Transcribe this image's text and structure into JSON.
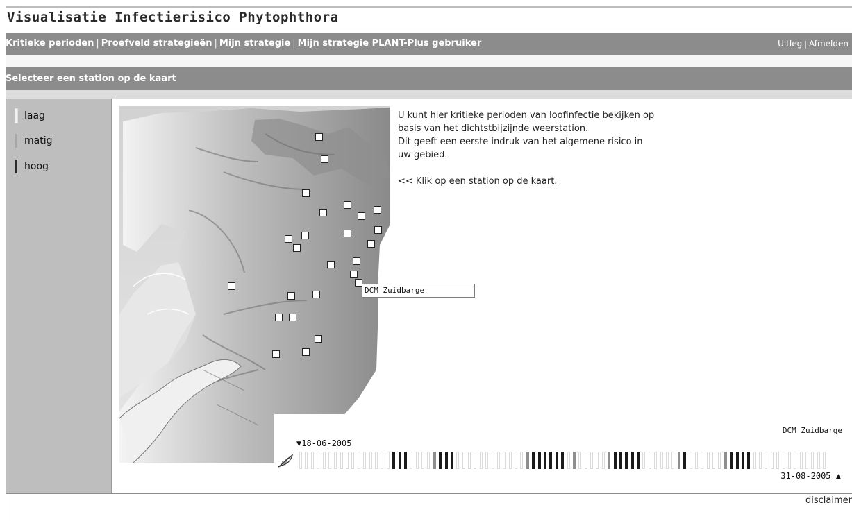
{
  "app": {
    "title": "Visualisatie Infectierisico Phytophthora"
  },
  "nav": {
    "items": [
      {
        "label": "Kritieke perioden"
      },
      {
        "label": "Proefveld strategieën"
      },
      {
        "label": "Mijn strategie"
      },
      {
        "label": "Mijn strategie PLANT-Plus gebruiker"
      }
    ],
    "separator": "|",
    "right": [
      {
        "label": "Uitleg"
      },
      {
        "label": "Afmelden"
      }
    ]
  },
  "section": {
    "title": "Selecteer een station op de kaart"
  },
  "legend": {
    "items": [
      {
        "label": "laag",
        "color": "#f2f2f2"
      },
      {
        "label": "matig",
        "color": "#a6a6a6"
      },
      {
        "label": "hoog",
        "color": "#2a2a2a"
      }
    ]
  },
  "info": {
    "lines": [
      "U kunt hier kritieke perioden van loofinfectie bekijken op",
      "basis van het dichtstbijzijnde weerstation.",
      "Dit geeft een eerste indruk van het algemene risico in",
      "uw gebied."
    ],
    "cta": "<< Klik op een station op de kaart."
  },
  "tooltip": {
    "station": "DCM Zuidbarge"
  },
  "timeline": {
    "station": "DCM Zuidbarge",
    "start_date": "18-06-2005",
    "end_date": "31-08-2005",
    "start_marker": "▼",
    "end_marker": "▲",
    "icon": "leaf-icon",
    "levels": "LLLLLLLLLLLLLLLLHHHLLLLMHHHLLLLLLLLLLLLMHHHHHHLMLLLLLMHHHHHLLLLLLMHLLLLLLMHHHHLLLLLLLLLLLLL"
  },
  "footer": {
    "disclaimer": "disclaimer"
  }
}
